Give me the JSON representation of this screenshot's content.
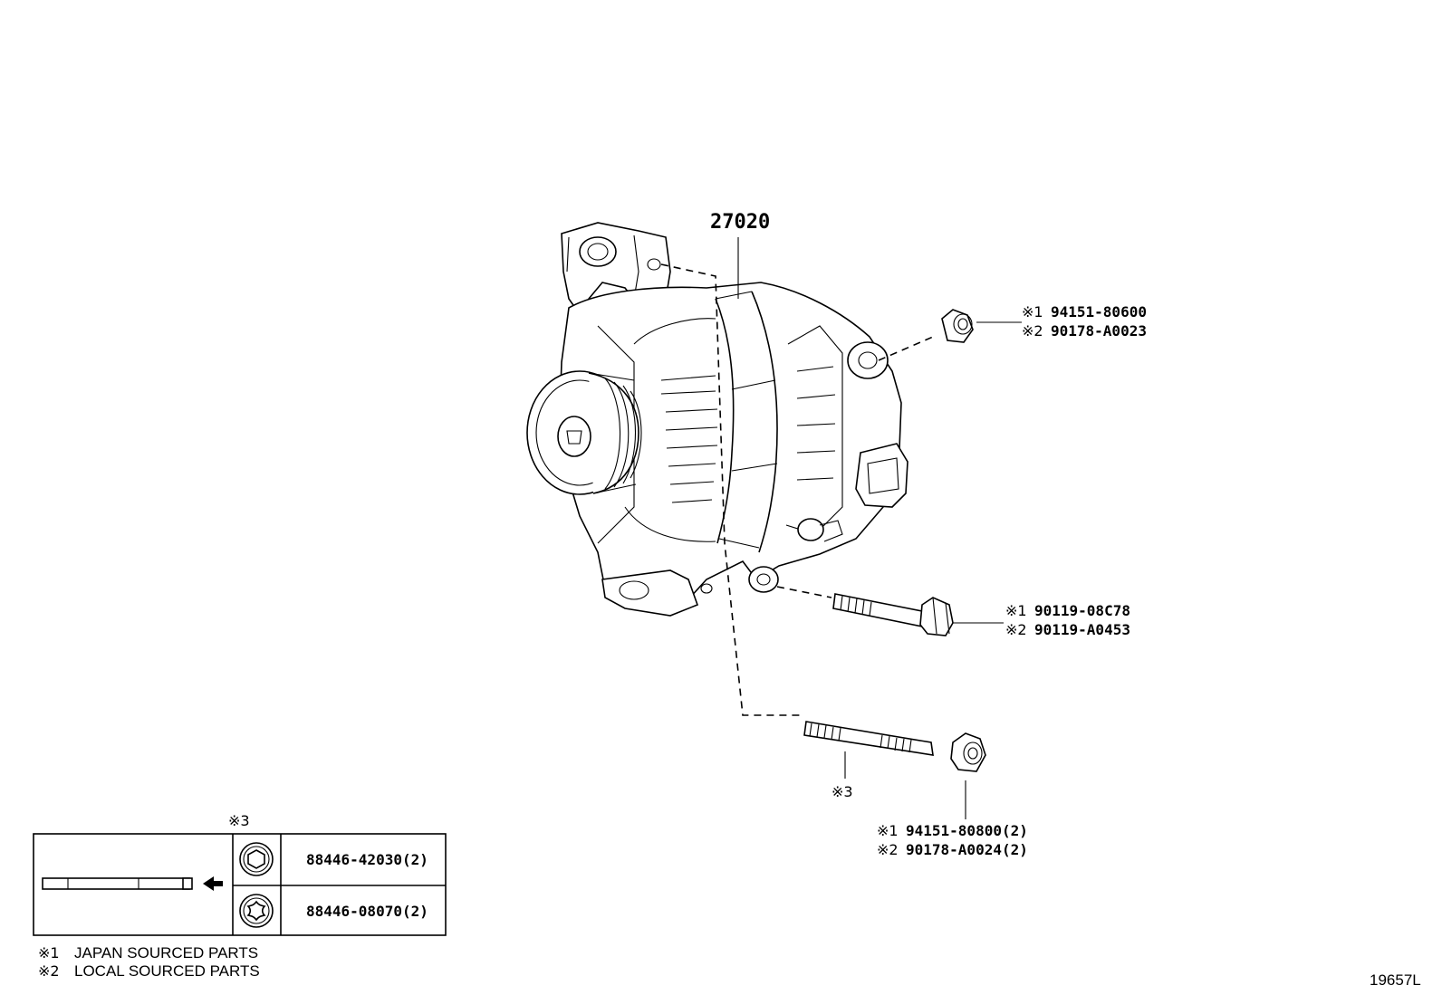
{
  "main_part": {
    "number": "27020"
  },
  "callouts": {
    "nut_top": {
      "line1_mark": "※1",
      "line1_part": "94151-80600",
      "line2_mark": "※2",
      "line2_part": "90178-A0023"
    },
    "bolt": {
      "line1_mark": "※1",
      "line1_part": "90119-08C78",
      "line2_mark": "※2",
      "line2_part": "90119-A0453"
    },
    "stud_mark": "※3",
    "nut_bottom": {
      "line1_mark": "※1",
      "line1_part": "94151-80800(2)",
      "line2_mark": "※2",
      "line2_part": "90178-A0024(2)"
    }
  },
  "stud_table": {
    "header_mark": "※3",
    "rows": [
      {
        "head_icon": "hex-head-icon",
        "part": "88446-42030(2)"
      },
      {
        "head_icon": "torx-head-icon",
        "part": "88446-08070(2)"
      }
    ]
  },
  "legend": [
    {
      "mark": "※1",
      "text": "JAPAN SOURCED PARTS"
    },
    {
      "mark": "※2",
      "text": "LOCAL SOURCED PARTS"
    }
  ],
  "illustration_code": "19657L"
}
